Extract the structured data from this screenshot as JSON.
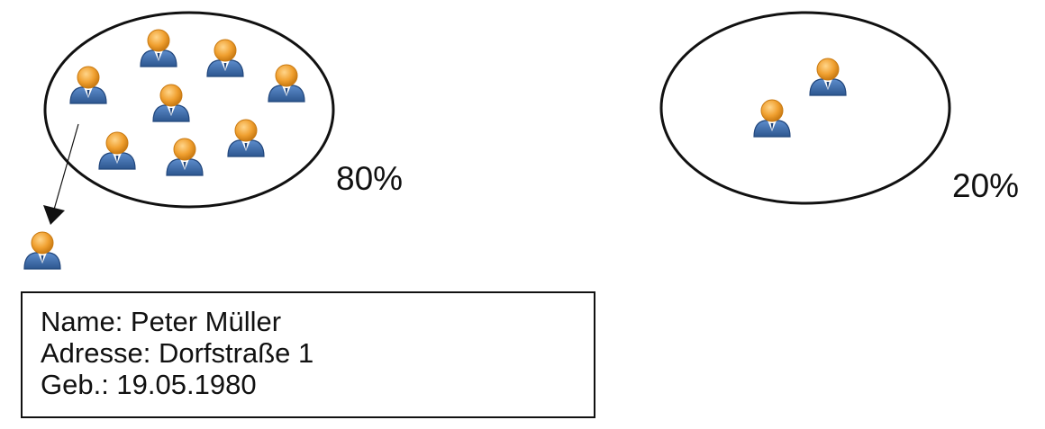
{
  "groups": [
    {
      "id": "majority",
      "percent_label": "80%",
      "person_count": 8
    },
    {
      "id": "minority",
      "percent_label": "20%",
      "person_count": 2
    }
  ],
  "record": {
    "name": "Name: Peter Müller",
    "address": "Adresse: Dorfstraße 1",
    "birth": "Geb.: 19.05.1980"
  },
  "icons": {
    "person": "person-icon",
    "arrow": "arrow-icon"
  },
  "colors": {
    "head": "#f0a030",
    "head_shade": "#c97a12",
    "body": "#3f6fb0",
    "body_shade": "#22477d",
    "collar": "#ffffff",
    "stroke": "#111111"
  }
}
